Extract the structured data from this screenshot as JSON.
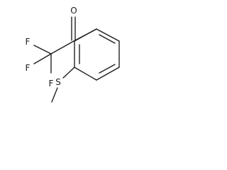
{
  "molecule": {
    "atom_labels": {
      "oxygen": "O",
      "fluorine_1": "F",
      "fluorine_2": "F",
      "fluorine_3": "F",
      "sulfur": "S"
    }
  }
}
